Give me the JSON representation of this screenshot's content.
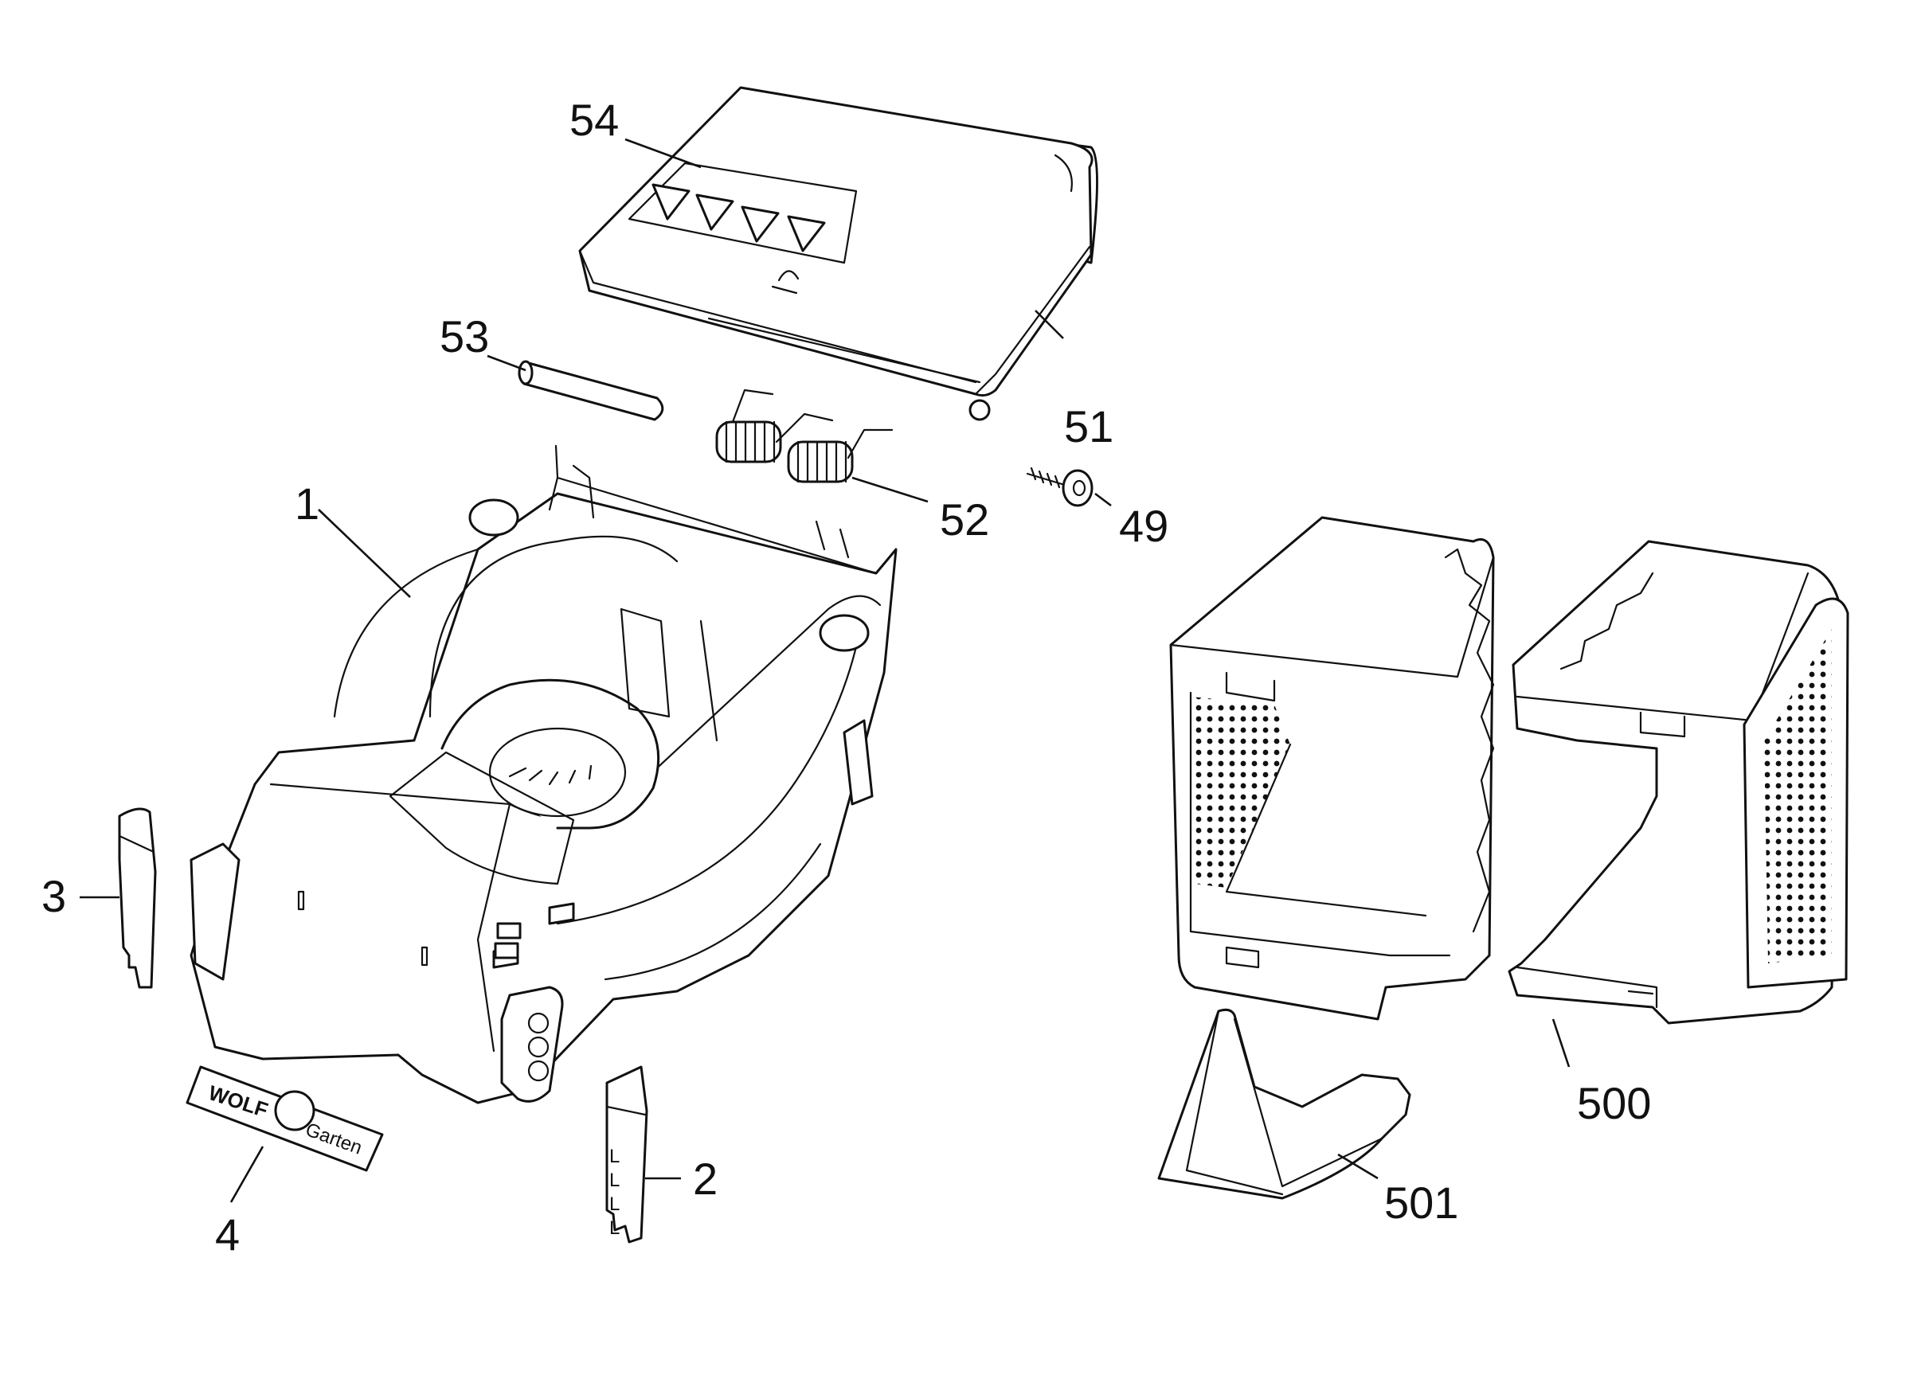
{
  "diagram": {
    "callouts": [
      {
        "id": "1",
        "text": "1"
      },
      {
        "id": "2",
        "text": "2"
      },
      {
        "id": "3",
        "text": "3"
      },
      {
        "id": "4",
        "text": "4"
      },
      {
        "id": "49",
        "text": "49"
      },
      {
        "id": "51",
        "text": "51"
      },
      {
        "id": "52",
        "text": "52"
      },
      {
        "id": "53",
        "text": "53"
      },
      {
        "id": "54",
        "text": "54"
      },
      {
        "id": "500",
        "text": "500"
      },
      {
        "id": "501",
        "text": "501"
      }
    ],
    "logo": {
      "word1": "WOLF",
      "word2": "Garten"
    },
    "flap_marks": [
      "L",
      "L",
      "L",
      "L"
    ]
  }
}
